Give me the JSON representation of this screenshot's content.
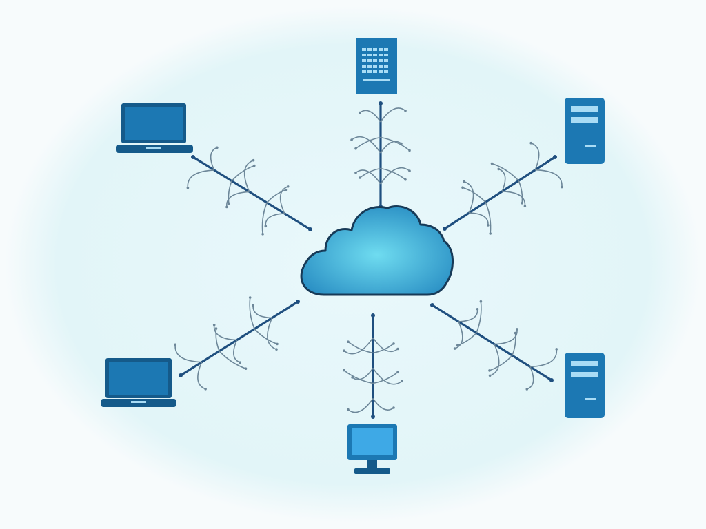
{
  "colors": {
    "background": "#f7fbfc",
    "halo": "#e4f6f9",
    "device_fill": "#1c78b3",
    "device_dark": "#155a8a",
    "screen_light": "#3ea9e6",
    "line": "#1f4f7f",
    "branch": "#6d8799",
    "cloud_center": "#6fdcf0",
    "cloud_edge": "#2a8fc4",
    "cloud_outline": "#173a57"
  },
  "diagram": {
    "hub": {
      "icon": "cloud-icon",
      "label": ""
    },
    "nodes": [
      {
        "id": "top",
        "icon": "building-icon"
      },
      {
        "id": "top-right",
        "icon": "server-tower-icon"
      },
      {
        "id": "bottom-right",
        "icon": "server-tower-icon"
      },
      {
        "id": "bottom",
        "icon": "desktop-monitor-icon"
      },
      {
        "id": "bottom-left",
        "icon": "laptop-icon"
      },
      {
        "id": "top-left",
        "icon": "laptop-icon"
      }
    ]
  }
}
